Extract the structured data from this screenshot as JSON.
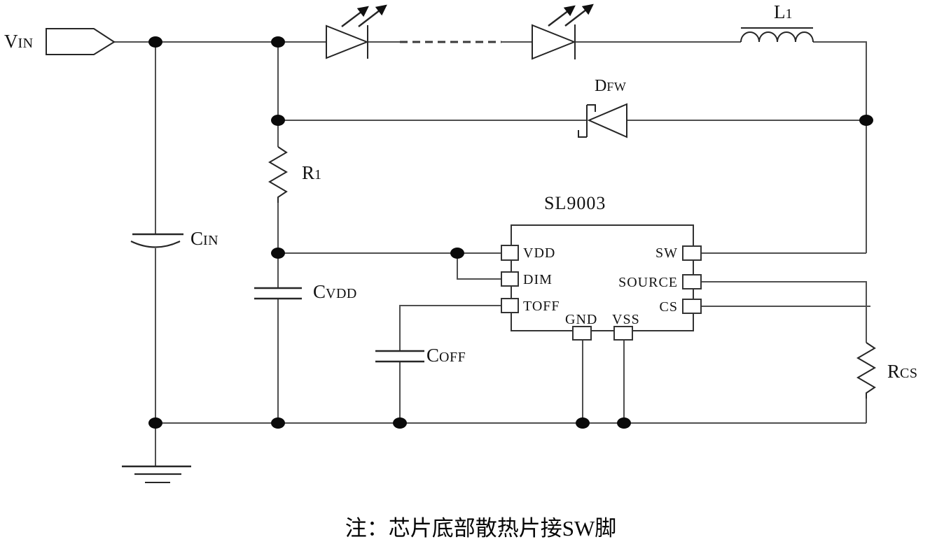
{
  "colors": {
    "background": "#ffffff",
    "wire": "#4f4f4f",
    "component_stroke": "#262626",
    "text": "#121212",
    "junction_dot": "#0a0a0a"
  },
  "components": {
    "vin": {
      "main": "V",
      "sub": "IN"
    },
    "cin": {
      "main": "C",
      "sub": "IN"
    },
    "r1": {
      "main": "R",
      "sub": "1"
    },
    "cvdd": {
      "main": "C",
      "sub": "VDD"
    },
    "coff": {
      "main": "C",
      "sub": "OFF"
    },
    "dfw": {
      "main": "D",
      "sub": "FW"
    },
    "l1": {
      "main": "L",
      "sub": "1"
    },
    "rcs": {
      "main": "R",
      "sub": "CS"
    }
  },
  "ic": {
    "name": "SL9003",
    "pins_left": [
      "VDD",
      "DIM",
      "TOFF"
    ],
    "pins_right": [
      "SW",
      "SOURCE",
      "CS"
    ],
    "pins_bottom": [
      "GND",
      "VSS"
    ]
  },
  "note": {
    "text": "注：芯片底部散热片接SW脚"
  }
}
